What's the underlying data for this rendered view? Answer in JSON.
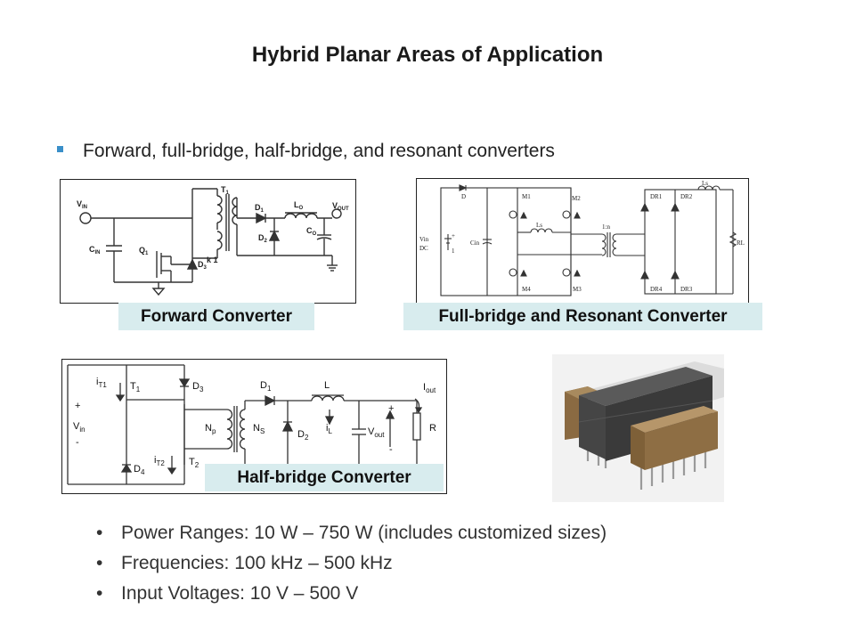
{
  "title": "Hybrid Planar Areas of Application",
  "main_bullet": "Forward, full-bridge, half-bridge, and resonant converters",
  "captions": {
    "forward": "Forward Converter",
    "fullbridge": "Full-bridge  and  Resonant  Converter",
    "halfbridge": "Half-bridge  Converter"
  },
  "forward_labels": {
    "vin": "V",
    "vin_sub": "IN",
    "t1": "T",
    "t1_sub": "1",
    "d1": "D",
    "d1_sub": "1",
    "lo": "L",
    "lo_sub": "O",
    "vout": "V",
    "vout_sub": "OUT",
    "d2": "D",
    "d2_sub": "2",
    "co": "C",
    "co_sub": "O",
    "cin": "C",
    "cin_sub": "IN",
    "q1": "Q",
    "q1_sub": "1",
    "d3": "D",
    "d3_sub": "3",
    "k1": "k 1"
  },
  "fullbridge_labels": {
    "d": "D",
    "m1": "M1",
    "m2": "M2",
    "m3": "M3",
    "m4": "M4",
    "ls1": "Ls",
    "ls2": "Ls",
    "ratio": "1:n",
    "dr1": "DR1",
    "dr2": "DR2",
    "dr3": "DR3",
    "dr4": "DR4",
    "rl": "RL",
    "vin": "Vin",
    "dc": "DC",
    "cin": "Cin",
    "plus": "+",
    "one": "1"
  },
  "halfbridge_labels": {
    "it1": "i",
    "it1_sub": "T1",
    "t1": "T",
    "t1_sub": "1",
    "d3": "D",
    "d3_sub": "3",
    "d1": "D",
    "d1_sub": "1",
    "l": "L",
    "iout": "I",
    "iout_sub": "out",
    "vin": "V",
    "vin_sub": "in",
    "np": "N",
    "np_sub": "p",
    "ns": "N",
    "ns_sub": "S",
    "il": "i",
    "il_sub": "L",
    "d2": "D",
    "d2_sub": "2",
    "vout": "V",
    "vout_sub": "out",
    "r": "R",
    "d4": "D",
    "d4_sub": "4",
    "it2": "i",
    "it2_sub": "T2",
    "t2": "T",
    "t2_sub": "2",
    "plus": "+",
    "minus": "-"
  },
  "specs": [
    "Power Ranges: 10 W – 750 W (includes customized sizes)",
    "Frequencies: 100 kHz – 500 kHz",
    "Input Voltages: 10 V – 500 V"
  ],
  "bullet_glyph": "•",
  "colors": {
    "accent": "#3a8fc9",
    "caption_bg": "#d8ecee",
    "ferrite_dark": "#3c3c3c",
    "bobbin": "#7a6040"
  },
  "icons": {
    "main_bullet": "square-bullet-icon",
    "sub_bullet": "dot-bullet-icon"
  }
}
